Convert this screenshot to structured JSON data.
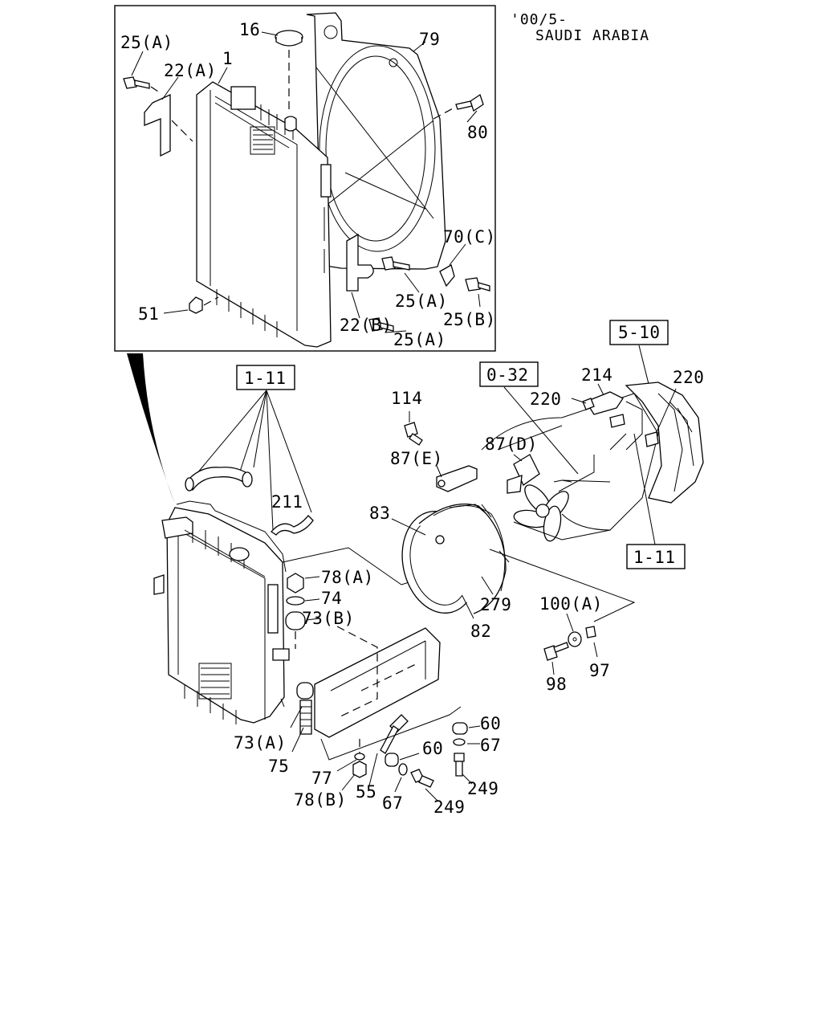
{
  "header": {
    "line1": "'00/5-",
    "line2": "SAUDI ARABIA"
  },
  "refs": {
    "ref_5_10": "5-10",
    "ref_0_32": "0-32",
    "ref_1_11_a": "1-11",
    "ref_1_11_b": "1-11"
  },
  "labels": {
    "l25a_1": "25(A)",
    "l16": "16",
    "l1": "1",
    "l79": "79",
    "l22a": "22(A)",
    "l80": "80",
    "l70c": "70(C)",
    "l25a_2": "25(A)",
    "l25b": "25(B)",
    "l51": "51",
    "l22b": "22(B)",
    "l25a_3": "25(A)",
    "l114": "114",
    "l214": "214",
    "l220a": "220",
    "l220b": "220",
    "l87e": "87(E)",
    "l87d": "87(D)",
    "l83": "83",
    "l211": "211",
    "l78a": "78(A)",
    "l74": "74",
    "l73b": "73(B)",
    "l279": "279",
    "l82": "82",
    "l100a": "100(A)",
    "l97": "97",
    "l98": "98",
    "l60a": "60",
    "l67a": "67",
    "l60b": "60",
    "l73a": "73(A)",
    "l75": "75",
    "l77": "77",
    "l78b": "78(B)",
    "l55": "55",
    "l67b": "67",
    "l249a": "249",
    "l249b": "249"
  }
}
